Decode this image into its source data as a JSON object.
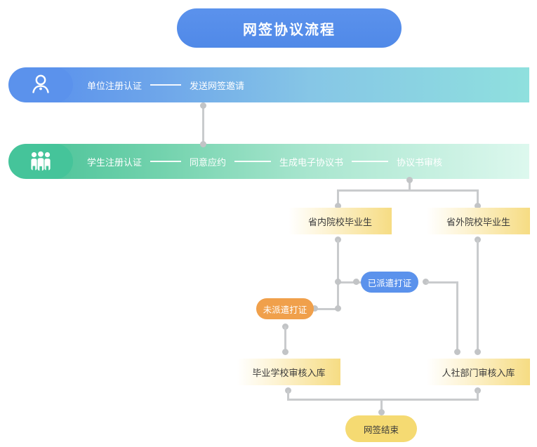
{
  "title": {
    "text": "网签协议流程",
    "color": "#5b92ec"
  },
  "lanes": [
    {
      "id": "employer",
      "icon": "single-person-icon",
      "badge_color": "#5b92ec",
      "bar_color_start": "#5b92ec",
      "bar_color_end": "#8fe0de",
      "steps": [
        "单位注册认证",
        "发送网签邀请"
      ]
    },
    {
      "id": "student",
      "icon": "three-people-icon",
      "badge_color": "#45c49a",
      "bar_color_start": "#4ec49a",
      "bar_color_end": "#ddf8ee",
      "steps": [
        "学生注册认证",
        "同意应约",
        "生成电子协议书",
        "协议书审核"
      ]
    }
  ],
  "nodes": {
    "in_province": {
      "label": "省内院校毕业生",
      "type": "box",
      "color": "#f6dc83"
    },
    "out_province": {
      "label": "省外院校毕业生",
      "type": "box",
      "color": "#f6dc83"
    },
    "dispatched": {
      "label": "已派遣打证",
      "type": "pill",
      "color": "#5b92ec"
    },
    "not_dispatched": {
      "label": "未派遣打证",
      "type": "pill",
      "color": "#f0a04b"
    },
    "school_archive": {
      "label": "毕业学校审核入库",
      "type": "box",
      "color": "#f6dc83"
    },
    "hr_archive": {
      "label": "人社部门审核入库",
      "type": "box",
      "color": "#f6dc83"
    },
    "finish": {
      "label": "网签结束",
      "type": "pill",
      "color": "#f5da72"
    }
  },
  "connector_color": "#c9cbcd"
}
